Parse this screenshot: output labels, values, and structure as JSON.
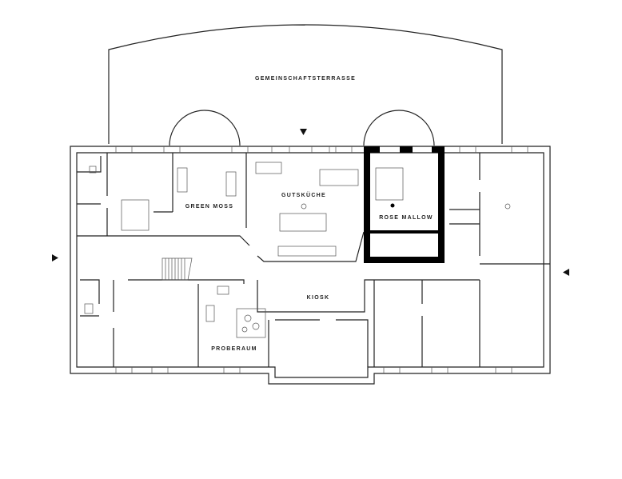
{
  "plan": {
    "rooms": {
      "terrace": "GEMEINSCHAFTSTERRASSE",
      "kitchen": "GUTSKÜCHE",
      "green_moss": "GREEN MOSS",
      "rose_mallow": "ROSE MALLOW",
      "kiosk": "KIOSK",
      "rehearsal": "PROBERAUM"
    },
    "highlighted_room": "ROSE MALLOW",
    "highlight_color": "#000000",
    "line_color": "#222222"
  }
}
